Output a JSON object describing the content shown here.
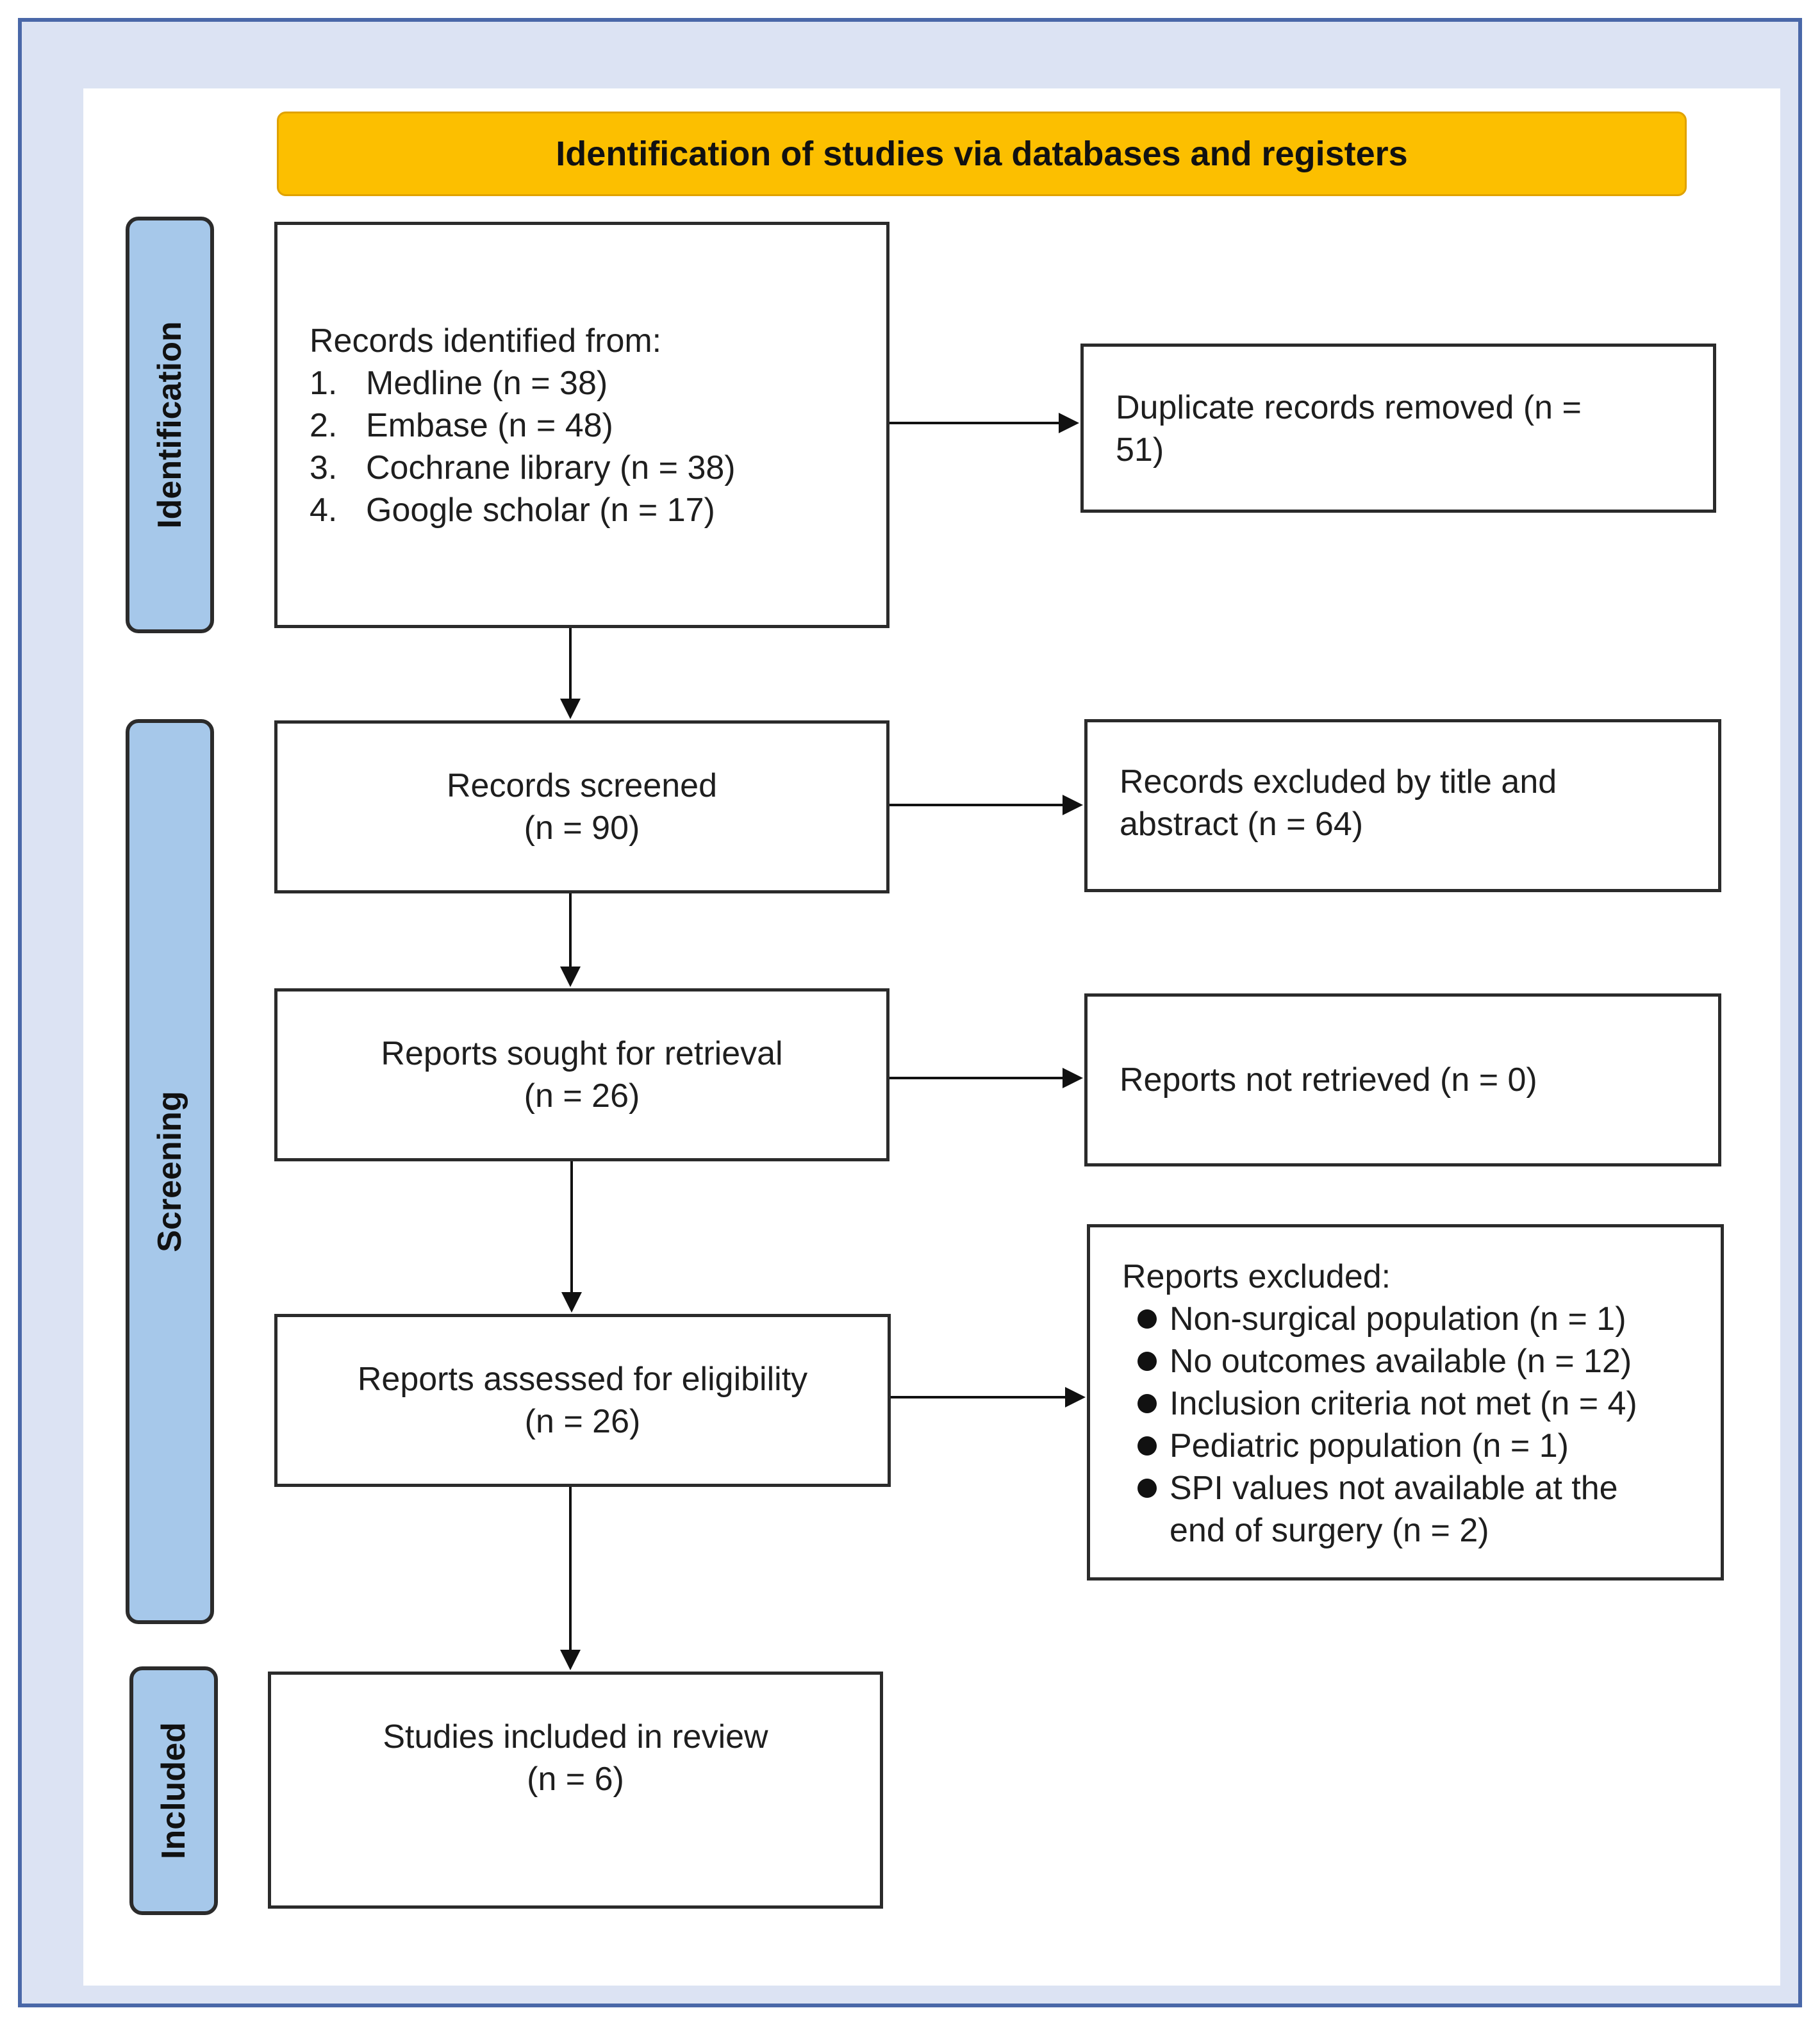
{
  "banner": {
    "title": "Identification of studies via databases and registers"
  },
  "phases": {
    "identification": "Identification",
    "screening": "Screening",
    "included": "Included"
  },
  "identification_box": {
    "heading": "Records identified from:",
    "sources": [
      {
        "num": "1.",
        "label": "Medline (n = 38)"
      },
      {
        "num": "2.",
        "label": "Embase (n = 48)"
      },
      {
        "num": "3.",
        "label": "Cochrane library (n = 38)"
      },
      {
        "num": "4.",
        "label": "Google scholar (n = 17)"
      }
    ]
  },
  "duplicates": {
    "line1": "Duplicate records removed  (n =",
    "line2": "51)"
  },
  "screened": {
    "label": "Records screened",
    "count": "(n = 90)"
  },
  "excluded_title": {
    "line1": "Records excluded by title and",
    "line2": "abstract (n = 64)"
  },
  "sought": {
    "label": "Reports sought for retrieval",
    "count": "(n = 26)"
  },
  "not_retrieved": {
    "label": "Reports not retrieved (n = 0)"
  },
  "assessed": {
    "label": "Reports assessed for eligibility",
    "count": "(n = 26)"
  },
  "reports_excluded": {
    "heading": "Reports excluded:",
    "reasons": [
      "Non-surgical population (n = 1)",
      "No outcomes available (n = 12)",
      "Inclusion criteria not met (n = 4)",
      "Pediatric population (n = 1)",
      "SPI values not available at the"
    ],
    "last_line": "end of surgery (n = 2)"
  },
  "included_box": {
    "label": "Studies included in review",
    "count": "(n = 6)"
  },
  "colors": {
    "banner": "#fcbf00",
    "phase_fill": "#a6c8ea",
    "frame_border": "#4a68a8",
    "frame_fill": "#dce3f3"
  }
}
